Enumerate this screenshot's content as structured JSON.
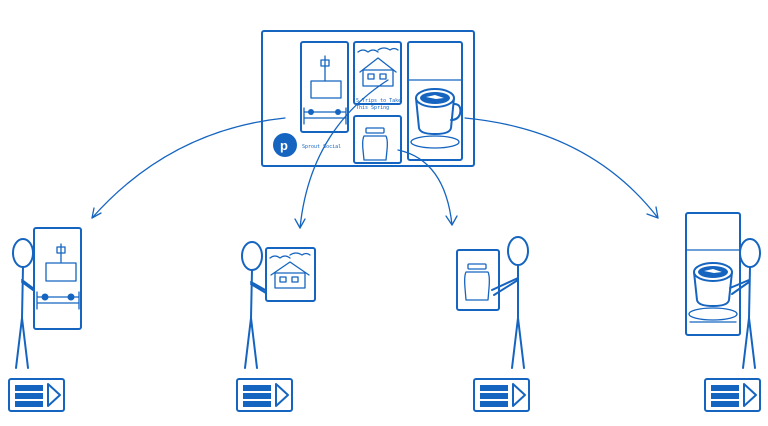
{
  "board": {
    "pin_title_line1": "5 Trips to Take",
    "pin_title_line2": "This Spring",
    "account_label": "Sprout Social",
    "logo_letter": "p"
  },
  "colors": {
    "ink": "#1565c0",
    "background": "#ffffff"
  },
  "icons": [
    "pinterest-logo-icon",
    "gondola-icon",
    "house-icon",
    "coffee-cup-icon",
    "jar-icon",
    "feed-card-icon",
    "person-icon",
    "arrow-icon"
  ]
}
